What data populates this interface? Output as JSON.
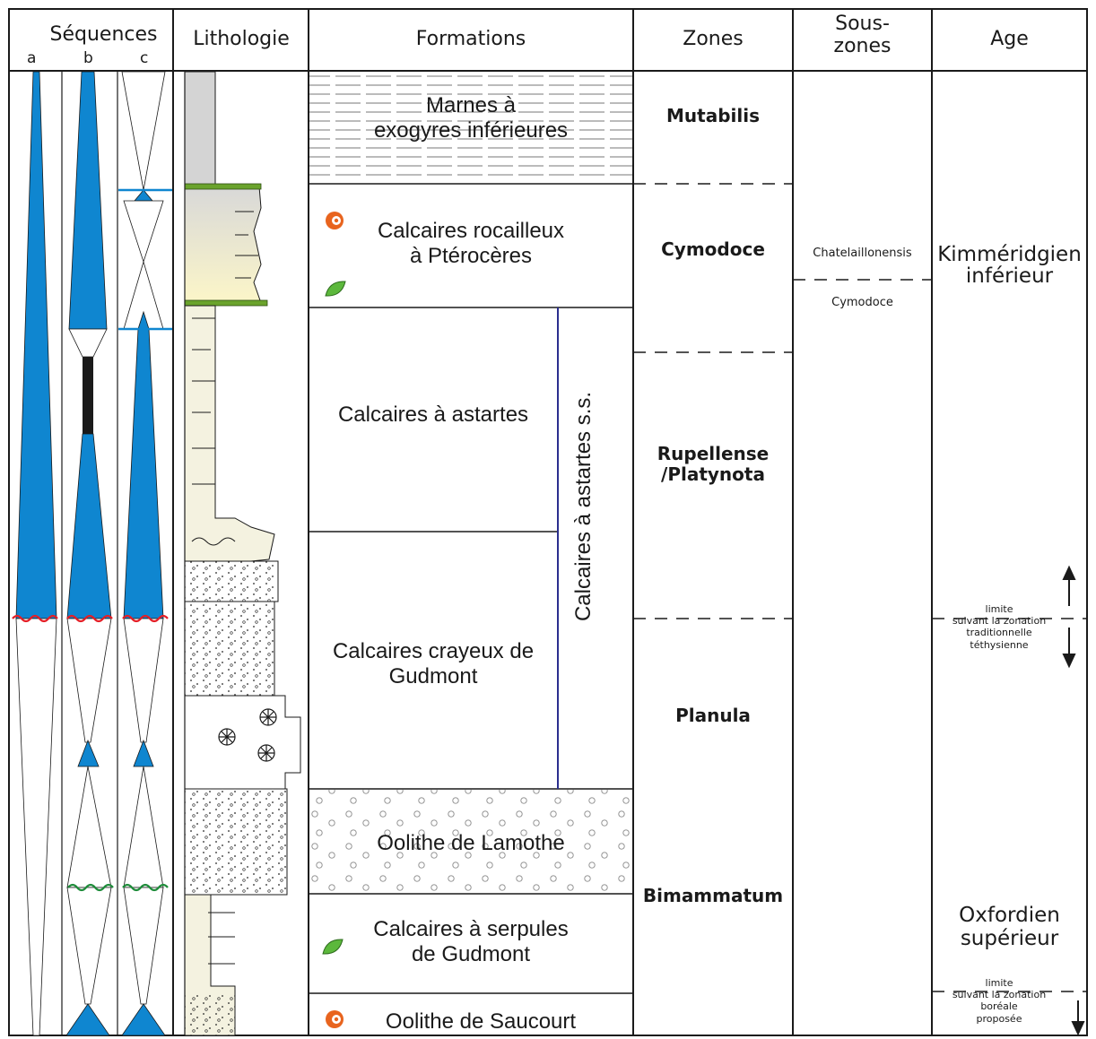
{
  "headers": {
    "sequences": "Séquences",
    "seq_a": "a",
    "seq_b": "b",
    "seq_c": "c",
    "lithologie": "Lithologie",
    "formations": "Formations",
    "zones": "Zones",
    "souszones": "Sous-\nzones",
    "age": "Age"
  },
  "formations": {
    "marnes": "Marnes à\nexogyres inférieures",
    "rocailleux": "Calcaires rocailleux\nà Ptérocères",
    "astartes": "Calcaires à astartes",
    "crayeux": "Calcaires crayeux de\nGudmont",
    "lamothe": "Oolithe de Lamothe",
    "serpules": "Calcaires à serpules\nde Gudmont",
    "saucourt": "Oolithe de Saucourt",
    "astartes_ss": "Calcaires à astartes s.s."
  },
  "zones": {
    "mutabilis": "Mutabilis",
    "cymodoce": "Cymodoce",
    "rupellense": "Rupellense\n/Platynota",
    "planula": "Planula",
    "bimammatum": "Bimammatum"
  },
  "souszones": {
    "chatelaillonensis": "Chatelaillonensis",
    "cymodoce": "Cymodoce"
  },
  "ages": {
    "kimmeridgien": "Kimméridgien\ninférieur",
    "oxfordien": "Oxfordien\nsupérieur"
  },
  "notes": {
    "tethys_limit": "limite\nsuivant la zonation\ntraditionnelle\ntéthysienne",
    "boreal_limit": "limite\nsuivant la zonation\nboréale\nproposée"
  },
  "colors": {
    "sequence_fill": "#0f86d0",
    "maximum_flooding_marker": "#0f86d0",
    "unconformity_red": "#e41e26",
    "unconformity_green": "#1e8c3a",
    "hardground": "#6aa32c",
    "formation_divider": "#2b2f8f",
    "ammonite_icon": "#e8641e",
    "leaf_icon": "#5cb83c"
  },
  "icons": [
    "ammonite-icon",
    "leaf-icon",
    "leaf-icon",
    "ammonite-icon",
    "crinoid-icon"
  ]
}
